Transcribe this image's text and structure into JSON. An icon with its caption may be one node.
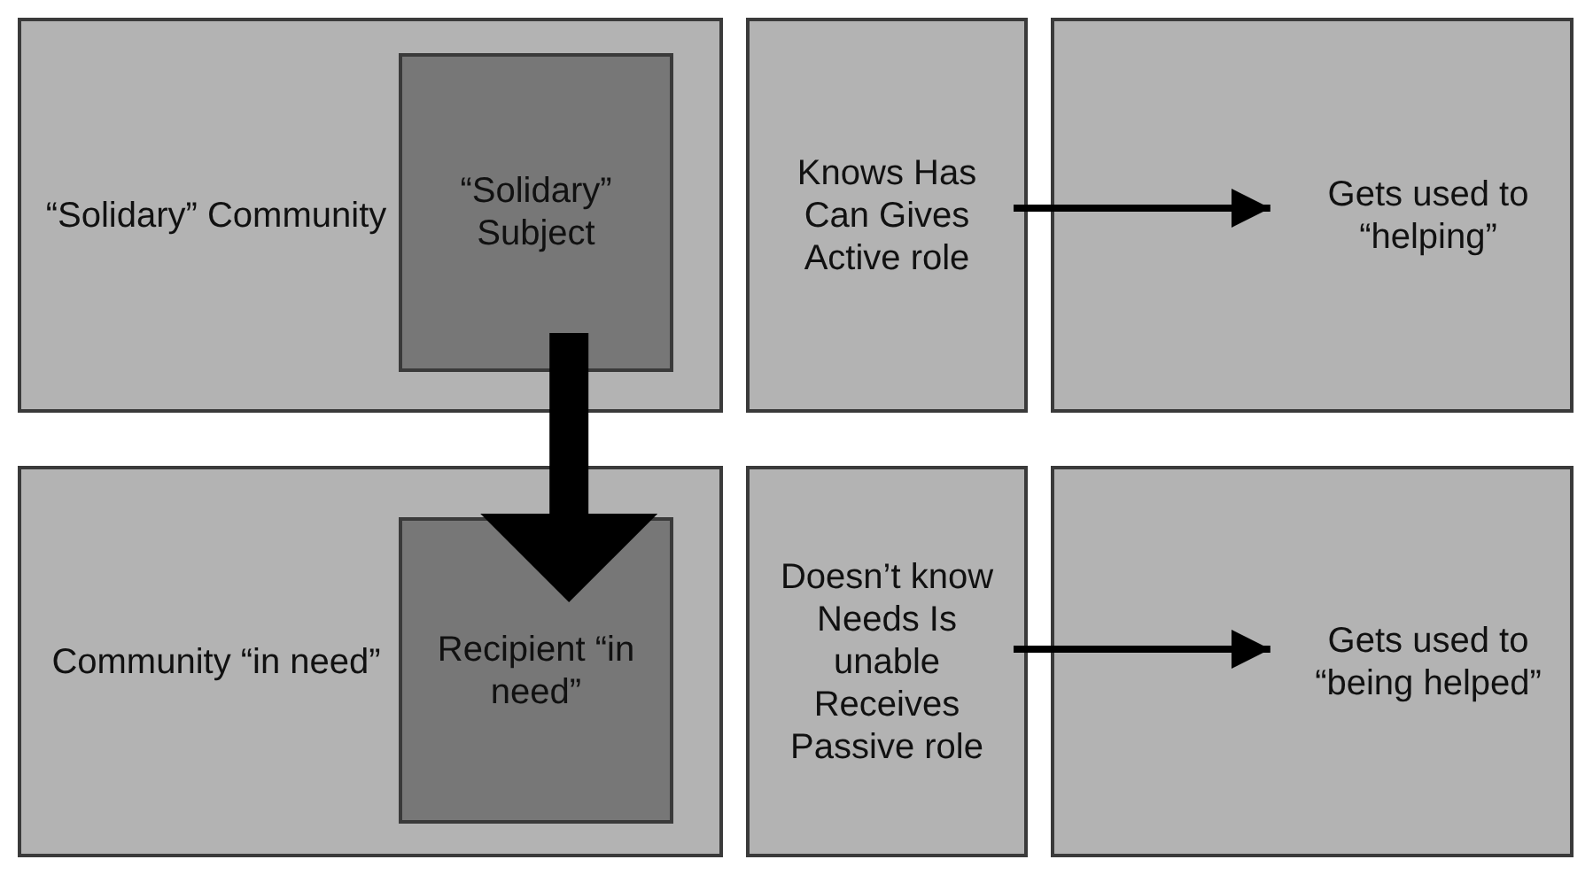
{
  "diagram": {
    "nodes": [
      {
        "text": [
          "“Solidary” Community"
        ]
      },
      {
        "text": [
          "“Solidary” Subject"
        ],
        "in": 0
      },
      {
        "text": [
          "Knows Has Can Gives Active role"
        ]
      },
      {
        "text": [
          "Gets used to “helping”"
        ]
      },
      {
        "text": [
          "Community “in need”"
        ]
      },
      {
        "text": [
          "Recipient “in need”"
        ],
        "in": 4
      },
      {
        "text": [
          "Doesn’t know Needs Is unable Receives Passive role"
        ]
      },
      {
        "text": [
          "Gets used to “being helped”"
        ]
      }
    ],
    "edges": [
      {
        "from": 1,
        "to": 5,
        "arrow": "to",
        "style": "thick"
      },
      {
        "from": 2,
        "to": 3,
        "arrow": "to"
      },
      {
        "from": 6,
        "to": 7,
        "arrow": "to"
      }
    ]
  }
}
